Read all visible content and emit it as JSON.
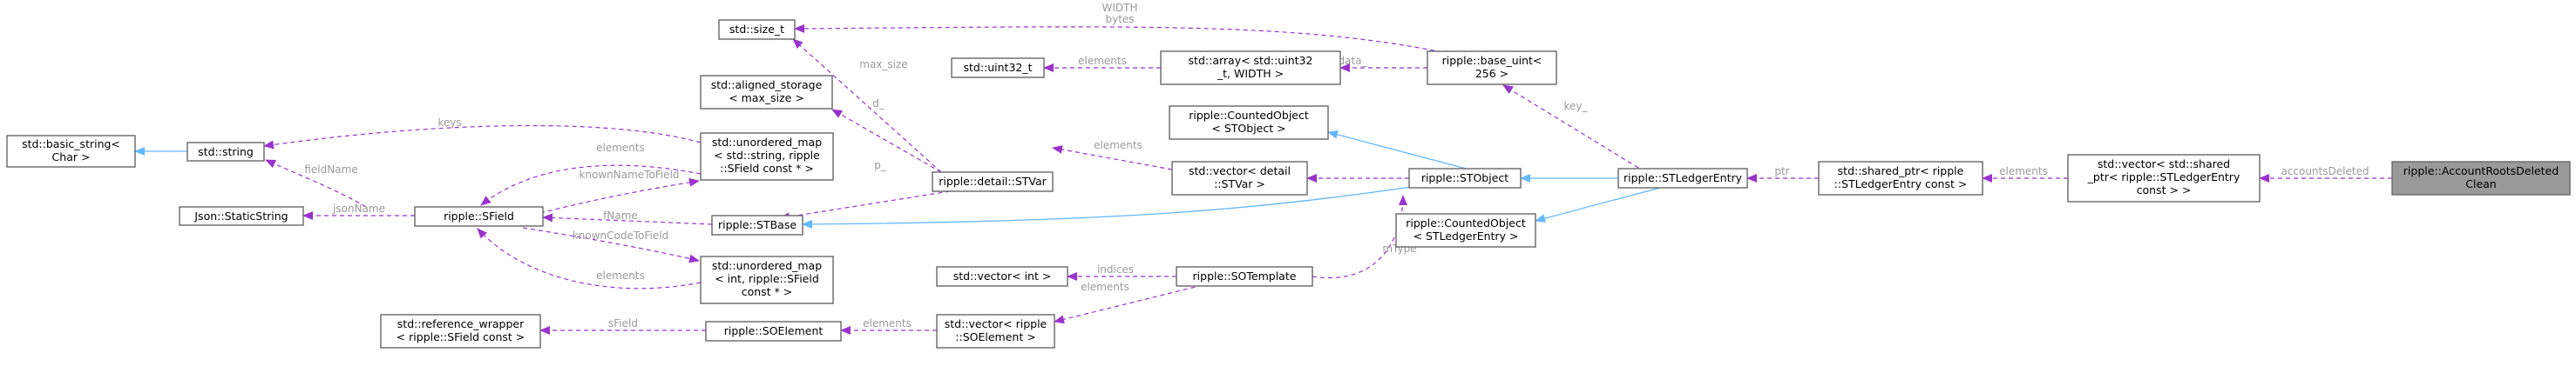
{
  "colors": {
    "inherit": "#63b8ff",
    "usage": "#9a32cd",
    "node_border": "#666666",
    "focus_fill": "#999999",
    "edge_label": "#9a9a9a"
  },
  "nodes": {
    "basic_string": [
      "std::basic_string<",
      "Char >"
    ],
    "string": [
      "std::string"
    ],
    "json_static": [
      "Json::StaticString"
    ],
    "sfield": [
      "ripple::SField"
    ],
    "size_t": [
      "std::size_t"
    ],
    "aligned_storage": [
      "std::aligned_storage",
      "< max_size >"
    ],
    "umap_string": [
      "std::unordered_map",
      "< std::string, ripple",
      "::SField const * >"
    ],
    "umap_int": [
      "std::unordered_map",
      "< int, ripple::SField",
      "const * >"
    ],
    "stbase": [
      "ripple::STBase"
    ],
    "stvar": [
      "ripple::detail::STVar"
    ],
    "ref_wrapper": [
      "std::reference_wrapper",
      "< ripple::SField const >"
    ],
    "soelement": [
      "ripple::SOElement"
    ],
    "uint32": [
      "std::uint32_t"
    ],
    "array": [
      "std::array< std::uint32",
      "_t, WIDTH >"
    ],
    "vector_int": [
      "std::vector< int >"
    ],
    "vector_soelement": [
      "std::vector< ripple",
      "::SOElement >"
    ],
    "vector_stvar": [
      "std::vector< detail",
      "::STVar >"
    ],
    "sotemplate": [
      "ripple::SOTemplate"
    ],
    "counted_stobject": [
      "ripple::CountedObject",
      "< STObject >"
    ],
    "stobject": [
      "ripple::STObject"
    ],
    "counted_stledger": [
      "ripple::CountedObject",
      "< STLedgerEntry >"
    ],
    "base_uint": [
      "ripple::base_uint<",
      "256 >"
    ],
    "stledgerentry": [
      "ripple::STLedgerEntry"
    ],
    "shared_ptr": [
      "std::shared_ptr< ripple",
      "::STLedgerEntry const >"
    ],
    "vector_shared": [
      "std::vector< std::shared",
      "_ptr< ripple::STLedgerEntry",
      "const > >"
    ],
    "focus": [
      "ripple::AccountRootsDeleted",
      "Clean"
    ]
  },
  "edge_labels": {
    "keys": "keys",
    "fieldName": "fieldName",
    "jsonName": "jsonName",
    "elements_um1": "elements",
    "knownNameToField": "knownNameToField",
    "fName": "fName",
    "knownCodeToField": "knownCodeToField",
    "elements_um2": "elements",
    "max_size": "max_size",
    "d": "d_",
    "p": "p_",
    "elements_stvar": "elements",
    "elements_arr": "elements",
    "data": "data_",
    "width": "WIDTH",
    "bytes": "bytes",
    "key": "key_",
    "mtype": "mType",
    "indices": "indices",
    "elements_soe": "elements",
    "sfield_ref": "sField",
    "pt": "ptr",
    "elements_vec": "elements",
    "accountsDeleted": "accountsDeleted"
  }
}
